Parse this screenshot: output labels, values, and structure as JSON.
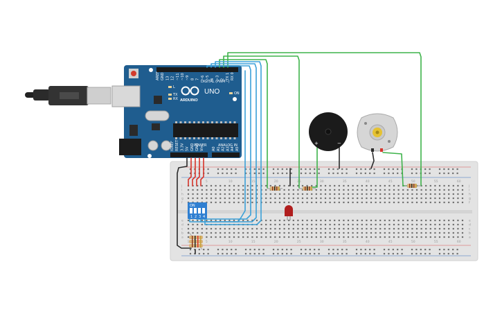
{
  "arduino": {
    "brand": "ARDUINO",
    "model": "UNO",
    "digital_header": "DIGITAL (PWM~)",
    "power_header": "POWER",
    "analog_header": "ANALOG IN",
    "led_labels": [
      "L",
      "TX",
      "RX"
    ],
    "on_label": "ON",
    "digital_pins": [
      "AREF",
      "GND",
      "13",
      "12",
      "~11",
      "~10",
      "~9",
      "8",
      "7",
      "~6",
      "~5",
      "4",
      "~3",
      "2",
      "TX 1",
      "RX 0"
    ],
    "power_pins": [
      "IOREF",
      "RESET",
      "3.3V",
      "5V",
      "GND",
      "GND",
      "Vin"
    ],
    "analog_pins": [
      "A0",
      "A1",
      "A2",
      "A3",
      "A4",
      "A5"
    ]
  },
  "breadboard": {
    "column_numbers": [
      "1",
      "5",
      "10",
      "15",
      "20",
      "25",
      "30",
      "35",
      "40",
      "45",
      "50",
      "55",
      "60"
    ],
    "row_letters_top": [
      "j",
      "i",
      "h",
      "g",
      "f"
    ],
    "row_letters_bottom": [
      "e",
      "d",
      "c",
      "b",
      "a"
    ]
  },
  "dip_switch": {
    "label": "ON",
    "positions": [
      "1",
      "2",
      "3",
      "4"
    ]
  },
  "buzzer": {
    "plus": "+",
    "minus": "−"
  },
  "colors": {
    "board_blue": "#1f5d8f",
    "breadboard": "#e3e3e3",
    "wire_green": "#3db34a",
    "wire_blue": "#3aa0d8",
    "wire_red": "#d8342a",
    "wire_black": "#2a2a2a"
  }
}
